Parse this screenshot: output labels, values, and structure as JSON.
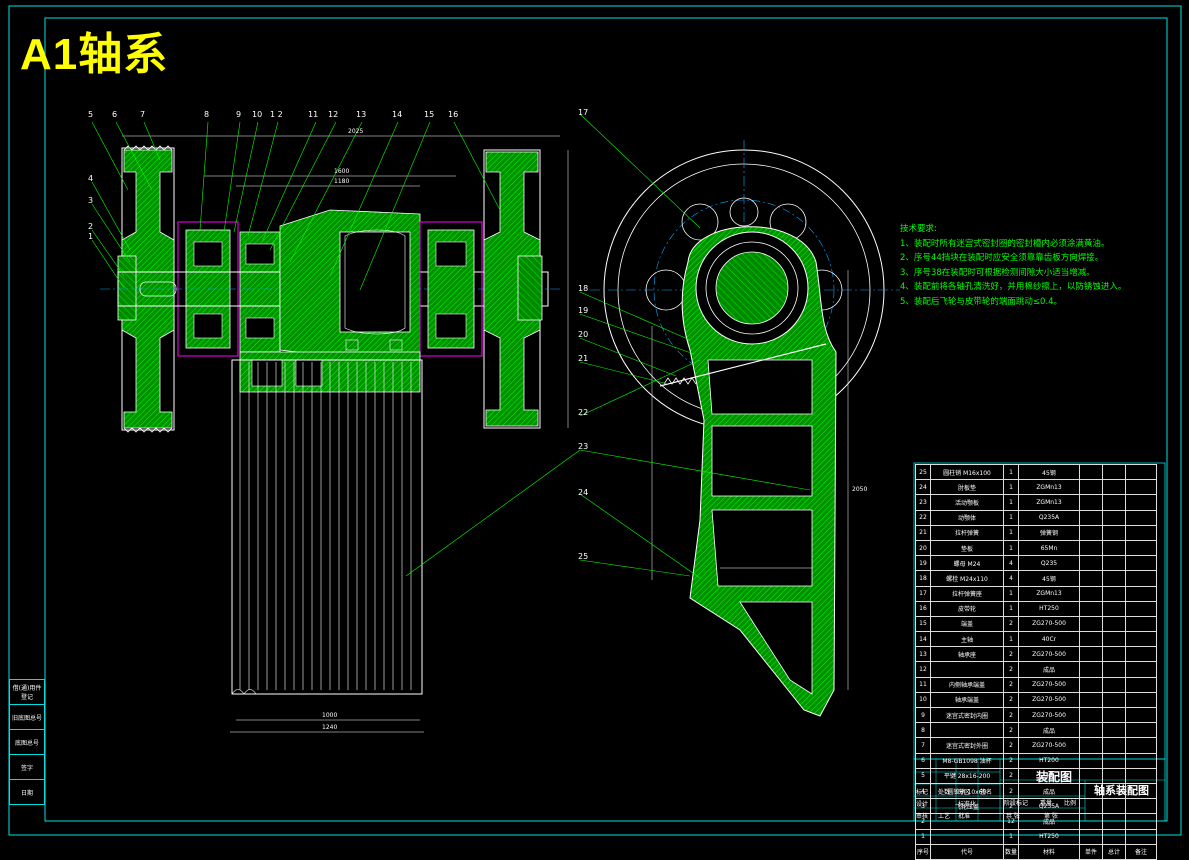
{
  "sheet_title": "A1轴系",
  "technical_requirements": {
    "heading": "技术要求:",
    "items": [
      "1、装配时所有迷宫式密封圈的密封槽内必须涂满黄油。",
      "2、序号44挡块在装配时应安全须靠靠齿板方向焊接。",
      "3、序号38在装配时可根据检测间隙大小适当增减。",
      "4、装配前将各轴孔清洗好，并用棉纱擦上，以防锈蚀进入。",
      "5、装配后飞轮与皮带轮的端面跳动≤0.4。"
    ]
  },
  "callouts_left": [
    "5",
    "6",
    "7",
    "8",
    "9",
    "10",
    "1 2",
    "11",
    "12",
    "13",
    "14",
    "15",
    "16",
    "4",
    "3",
    "2",
    "1"
  ],
  "callouts_right": [
    "17",
    "18",
    "19",
    "20",
    "21",
    "22",
    "23",
    "24",
    "25"
  ],
  "dimensions": {
    "top": "2025",
    "mid1": "1600",
    "mid2": "1180",
    "bottom1": "1000",
    "bottom2": "1240",
    "right_height": "2050"
  },
  "bom": {
    "rows": [
      {
        "no": "25",
        "name": "圆柱销 M16x100",
        "qty": "1",
        "mat": "45钢"
      },
      {
        "no": "24",
        "name": "肘板垫",
        "qty": "1",
        "mat": "ZGMn13"
      },
      {
        "no": "23",
        "name": "活动颚板",
        "qty": "1",
        "mat": "ZGMn13"
      },
      {
        "no": "22",
        "name": "动颚体",
        "qty": "1",
        "mat": "Q235A"
      },
      {
        "no": "21",
        "name": "拉杆弹簧",
        "qty": "1",
        "mat": "弹簧钢"
      },
      {
        "no": "20",
        "name": "垫板",
        "qty": "1",
        "mat": "65Mn"
      },
      {
        "no": "19",
        "name": "螺母 M24",
        "qty": "4",
        "mat": "Q235"
      },
      {
        "no": "18",
        "name": "螺栓 M24x110",
        "qty": "4",
        "mat": "45钢"
      },
      {
        "no": "17",
        "name": "拉杆弹簧座",
        "qty": "1",
        "mat": "ZGMn13"
      },
      {
        "no": "16",
        "name": "皮带轮",
        "qty": "1",
        "mat": "HT250"
      },
      {
        "no": "15",
        "name": "端盖",
        "qty": "2",
        "mat": "ZG270-500"
      },
      {
        "no": "14",
        "name": "主轴",
        "qty": "1",
        "mat": "40Cr"
      },
      {
        "no": "13",
        "name": "轴承座",
        "qty": "2",
        "mat": "ZG270-500"
      },
      {
        "no": "12",
        "name": "",
        "qty": "2",
        "mat": "成品"
      },
      {
        "no": "11",
        "name": "内侧轴承端盖",
        "qty": "2",
        "mat": "ZG270-500"
      },
      {
        "no": "10",
        "name": "轴承端盖",
        "qty": "2",
        "mat": "ZG270-500"
      },
      {
        "no": "9",
        "name": "迷宫式密封内圈",
        "qty": "2",
        "mat": "ZG270-500"
      },
      {
        "no": "8",
        "name": "",
        "qty": "2",
        "mat": "成品"
      },
      {
        "no": "7",
        "name": "迷宫式密封外圈",
        "qty": "2",
        "mat": "ZG270-500"
      },
      {
        "no": "6",
        "name": "M8-GB1098 油杯",
        "qty": "2",
        "mat": "HT200"
      },
      {
        "no": "5",
        "name": "平键 28x16-200",
        "qty": "2",
        "mat": "45"
      },
      {
        "no": "4",
        "name": "圆锥销 10x60",
        "qty": "2",
        "mat": "成品"
      },
      {
        "no": "3",
        "name": "飞轮压盖",
        "qty": "2",
        "mat": "Q235A"
      },
      {
        "no": "2",
        "name": "",
        "qty": "12",
        "mat": "成品"
      },
      {
        "no": "1",
        "name": "",
        "qty": "1",
        "mat": "HT250"
      }
    ],
    "header": {
      "no": "序号",
      "name": "代号",
      "qty": "数量",
      "mat": "材料",
      "w1": "单件",
      "w2": "总计",
      "rm": "备注"
    }
  },
  "title_block": {
    "drawing_type": "装配图",
    "drawing_name": "轴系装配图",
    "small_labels": [
      "标记",
      "处数",
      "分区",
      "更改文件号",
      "签名",
      "年月日",
      "设计",
      "标准化",
      "阶段标记",
      "重量",
      "比例",
      "审核",
      "工艺",
      "批准",
      "共 张",
      "第 张"
    ]
  },
  "left_strip": [
    "借(通)用件登记",
    "旧底图总号",
    "底图总号",
    "签字",
    "日期"
  ],
  "colors": {
    "frame": "#00e0e0",
    "leader": "#00ff00",
    "section_fill": "#00a000",
    "hatch_bright": "#00ff00",
    "outline": "#ffffff",
    "center": "#00aaff",
    "accent": "#ff00ff",
    "title": "#ffff00"
  }
}
